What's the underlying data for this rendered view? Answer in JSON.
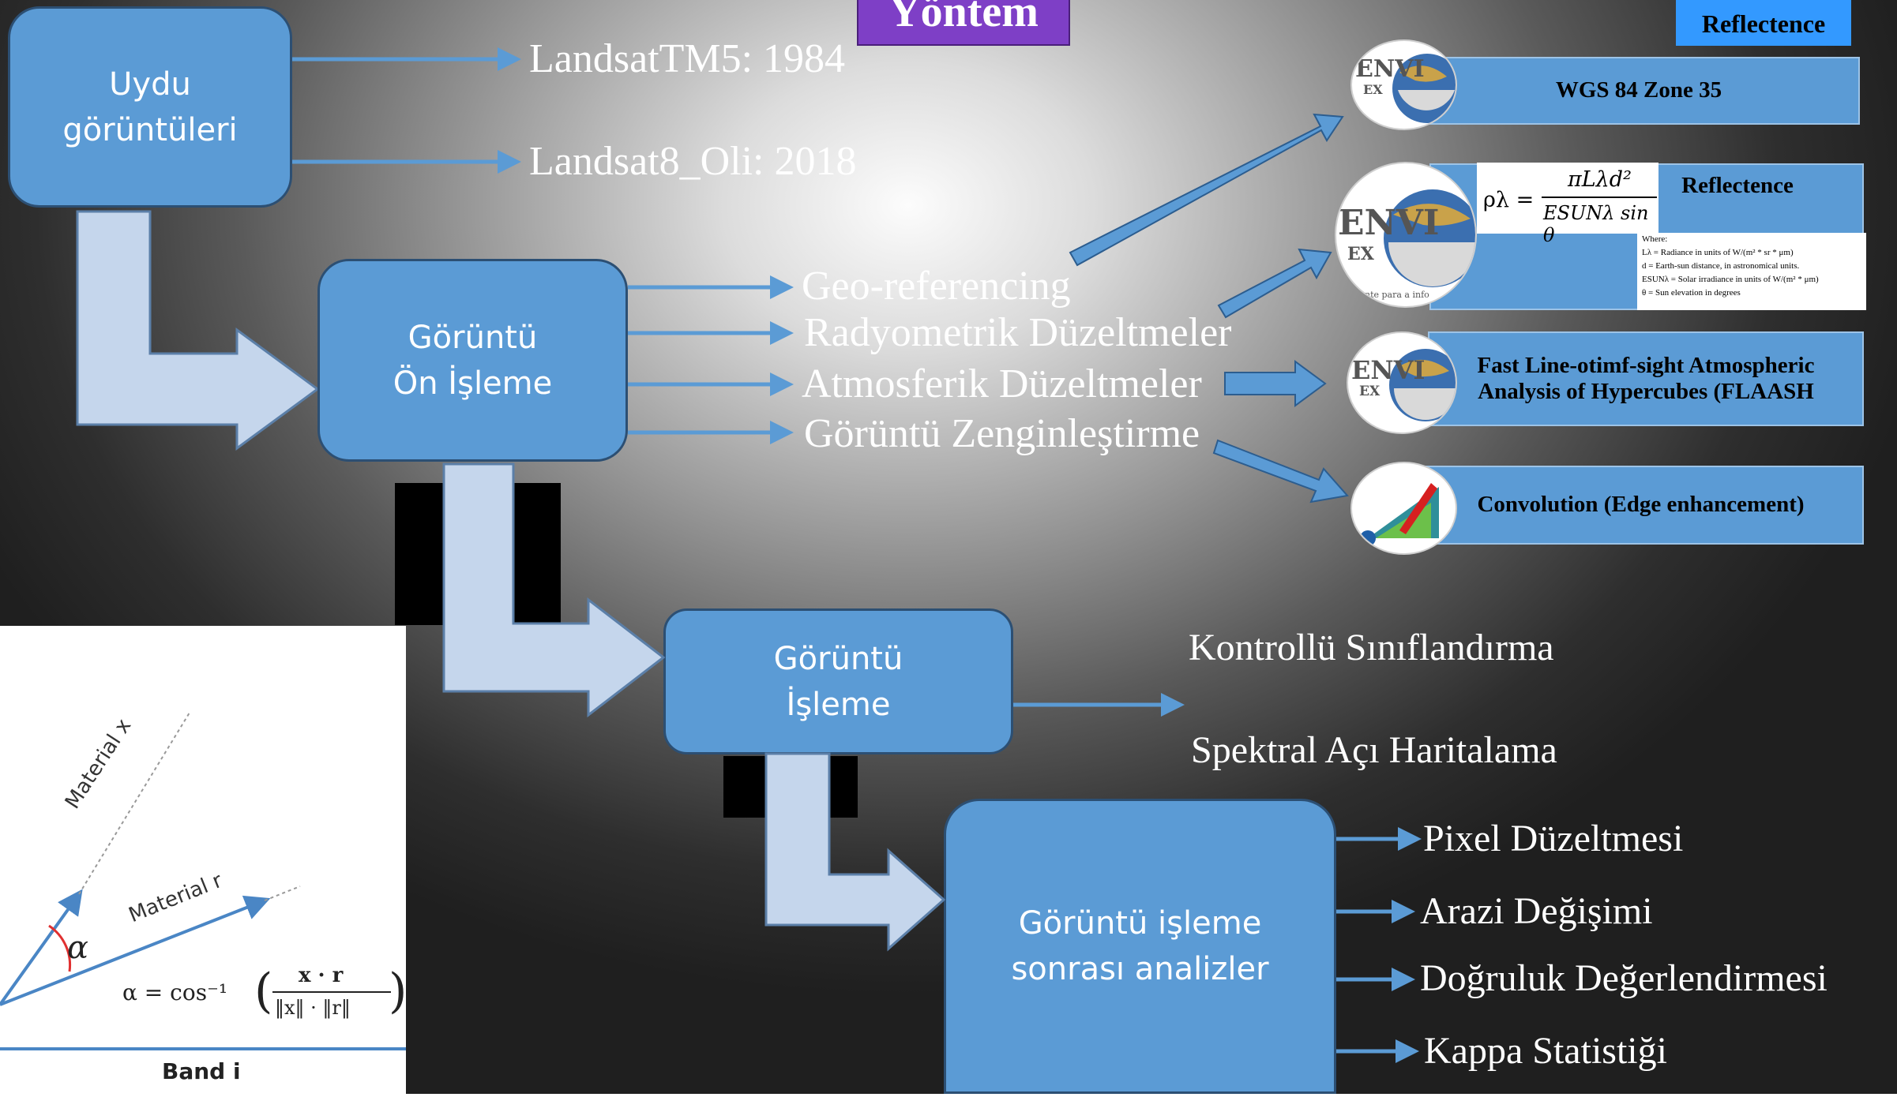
{
  "title": "Yöntem",
  "reflectence_header": "Reflectence",
  "boxes": {
    "uydu": [
      "Uydu",
      "görüntüleri"
    ],
    "on_isleme": [
      "Görüntü",
      "Ön İşleme"
    ],
    "isleme": [
      "Görüntü",
      "İşleme"
    ],
    "sonrasi": [
      "Görüntü işleme",
      "sonrası analizler"
    ]
  },
  "satellites": [
    "LandsatTM5: 1984",
    "Landsat8_Oli: 2018"
  ],
  "preprocessing_steps": [
    "Geo-referencing",
    "Radyometrik Düzeltmeler",
    "Atmosferik Düzeltmeler",
    "Görüntü Zenginleştirme"
  ],
  "processing_methods": [
    "Kontrollü Sınıflandırma",
    "Spektral Açı Haritalama"
  ],
  "analyses": [
    "Pixel Düzeltmesi",
    "Arazi Değişimi",
    "Doğruluk Değerlendirmesi",
    "Kappa Statistiği"
  ],
  "envi_panels": {
    "wgs": "WGS 84 Zone 35",
    "reflectence": "Refle­ctence",
    "flaash": [
      "Fast Line-otimf-sight Atmospheric",
      "Analysis of Hypercubes (FLAASH"
    ],
    "convolution": "Convolution (Edge enhancement)",
    "logo": "ENVI",
    "logo_sub": "EX",
    "logo_caption": "nte para a info"
  },
  "formula": {
    "lhs": "ρλ =",
    "numerator": "πLλd²",
    "denominator": "ESUNλ sin θ"
  },
  "formula_where": [
    "Where:",
    "Lλ = Radiance in units of W/(m² * sr * μm)",
    "d = Earth-sun distance, in astronomical units.",
    "ESUNλ = Solar irradiance in units of W/(m² * μm)",
    "θ = Sun elevation in degrees"
  ],
  "sam_figure": {
    "material_x": "Material x",
    "material_r": "Material r",
    "alpha": "α",
    "equation": "α = cos⁻¹",
    "eq_num": "x · r",
    "eq_den": "‖x‖ · ‖r‖",
    "band": "Band i"
  },
  "colors": {
    "box_fill": "#5b9bd5",
    "box_border": "#2c4f73",
    "arrow_fill": "#c5d6ec",
    "title_bg": "#7e3fc6",
    "header_bg": "#3399ff"
  }
}
